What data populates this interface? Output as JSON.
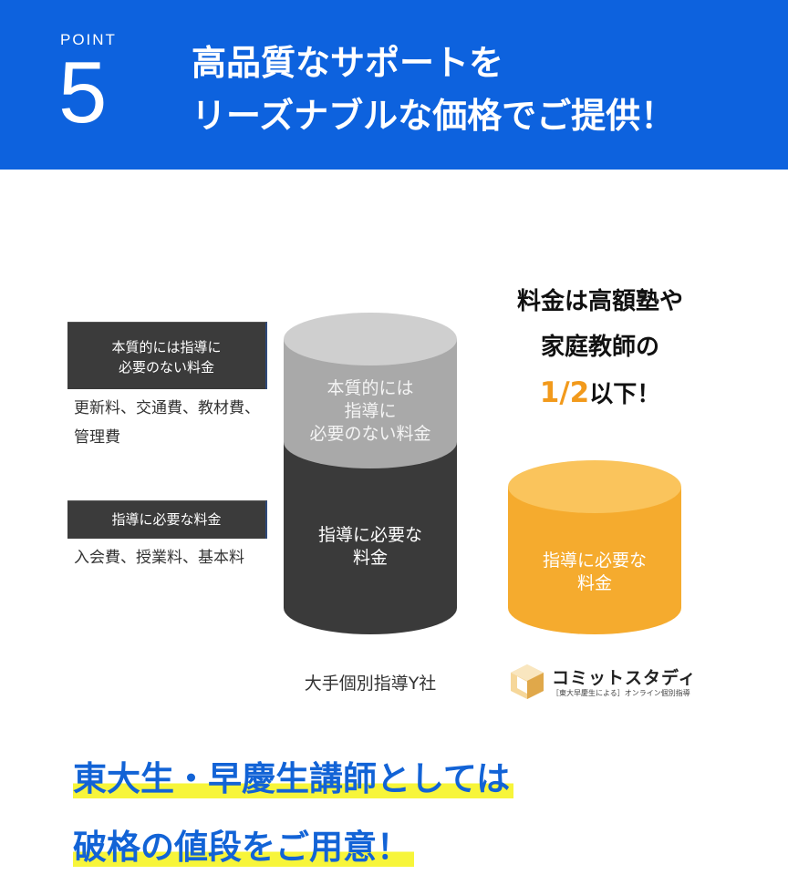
{
  "header": {
    "point_label": "POINT",
    "point_number": "5",
    "title_line1": "高品質なサポートを",
    "title_line2": "リーズナブルな価格でご提供！",
    "background": "#0d62de"
  },
  "legend": {
    "item1_title_line1": "本質的には指導に",
    "item1_title_line2": "必要のない料金",
    "item1_desc_line1": "更新料、交通費、教材費、",
    "item1_desc_line2": "管理費",
    "item2_title": "指導に必要な料金",
    "item2_desc": "入会費、授業料、基本料"
  },
  "comparison": {
    "competitor_top_line1": "本質的には",
    "competitor_top_line2": "指導に",
    "competitor_top_line3": "必要のない料金",
    "competitor_bottom_line1": "指導に必要な",
    "competitor_bottom_line2": "料金",
    "competitor_caption": "大手個別指導Y社",
    "ours_line1": "指導に必要な",
    "ours_line2": "料金",
    "colors": {
      "gray": "#a9a9a9",
      "dark": "#3a3a3a",
      "orange": "#f5ab2e"
    }
  },
  "headline": {
    "line1": "料金は高額塾や",
    "line2": "家庭教師の",
    "ratio": "1/2",
    "suffix": "以下！",
    "accent": "#f29a1c"
  },
  "logo": {
    "name": "コミットスタディ",
    "subtitle": "［東大早慶生による］オンライン個別指導",
    "icon": "cube-logo-icon"
  },
  "bottom": {
    "line1": "東大生・早慶生講師としては",
    "line2": "破格の値段をご用意！",
    "color": "#1263d6",
    "highlight": "#f7f53a"
  }
}
